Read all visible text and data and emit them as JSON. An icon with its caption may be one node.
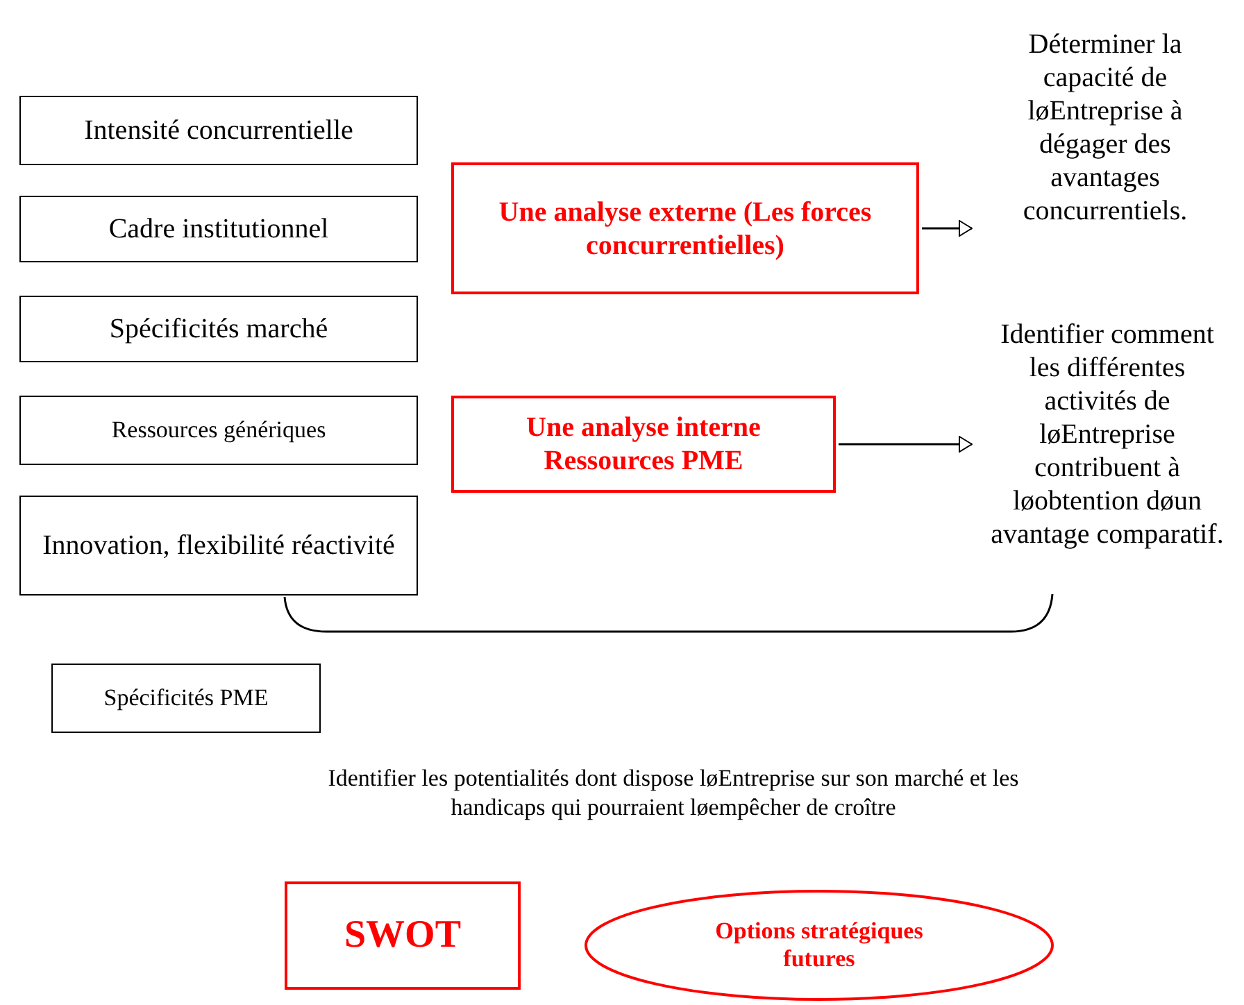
{
  "diagram": {
    "nodes": [
      {
        "text": [
          "Intensité concurrentielle"
        ]
      },
      {
        "text": [
          "Cadre institutionnel"
        ]
      },
      {
        "text": [
          "Spécificités marché"
        ]
      },
      {
        "text": [
          "Ressources génériques"
        ]
      },
      {
        "text": [
          "Innovation, flexibilité réactivité"
        ]
      },
      {
        "text": [
          "Spécificités PME"
        ]
      },
      {
        "text": [
          "Une analyse externe (Les forces concurrentielles)"
        ]
      },
      {
        "text": [
          "Déterminer la capacité de løEntreprise à dégager des avantages concurrentiels."
        ]
      },
      {
        "text": [
          "Une analyse interne Ressources PME"
        ]
      },
      {
        "text": [
          "Identifier comment les différentes activités de løEntreprise contribuent à løobtention døun avantage comparatif."
        ]
      },
      {
        "text": [
          "SWOT"
        ]
      },
      {
        "text": [
          "Options stratégiques futures"
        ]
      }
    ],
    "edges": [
      {
        "from": 6,
        "to": 7,
        "arrow": "to"
      },
      {
        "from": 8,
        "to": 9,
        "arrow": "to"
      }
    ],
    "labels": [
      "Identifier les potentialités dont dispose løEntreprise sur son marché et les handicaps qui pourraient løempêcher de croître"
    ]
  }
}
